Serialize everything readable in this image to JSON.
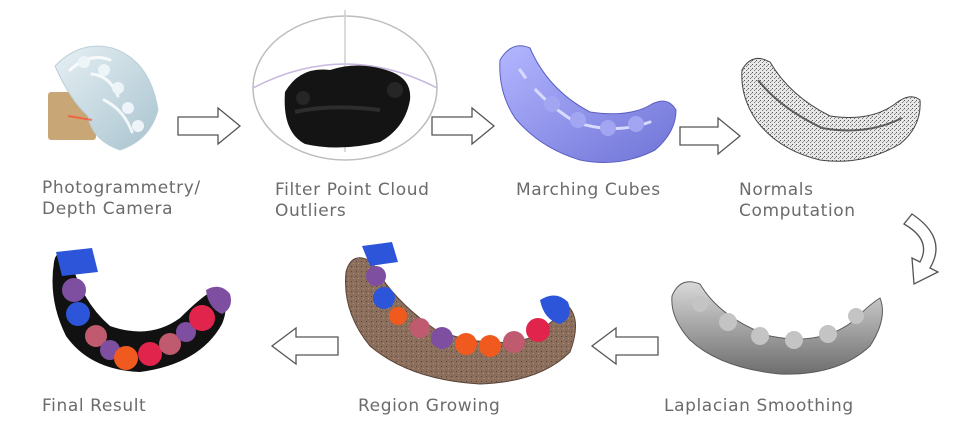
{
  "pipeline": {
    "steps": [
      {
        "id": "photogrammetry",
        "lines": [
          "Photogrammetry/",
          "Depth Camera"
        ]
      },
      {
        "id": "filter",
        "lines": [
          "Filter Point Cloud",
          "Outliers"
        ]
      },
      {
        "id": "marching",
        "lines": [
          "Marching Cubes"
        ]
      },
      {
        "id": "normals",
        "lines": [
          "Normals",
          "Computation"
        ]
      },
      {
        "id": "laplacian",
        "lines": [
          "Laplacian Smoothing"
        ]
      },
      {
        "id": "region",
        "lines": [
          "Region Growing"
        ]
      },
      {
        "id": "final",
        "lines": [
          "Final Result"
        ]
      }
    ]
  },
  "colors": {
    "label_text": "#6b6b6b",
    "arrow_stroke": "#555555",
    "model_plaster": "#c9dbe3",
    "model_black": "#111111",
    "model_blue_mesh": "#8a8fe8",
    "model_gray": "#9a9a9a",
    "segment_blue": "#2c55d9",
    "segment_purple": "#7e4fa0",
    "segment_orange": "#f05a1e",
    "segment_red": "#e0244c",
    "segment_pink": "#c05a6e",
    "gum_brown": "#8a6a58"
  }
}
